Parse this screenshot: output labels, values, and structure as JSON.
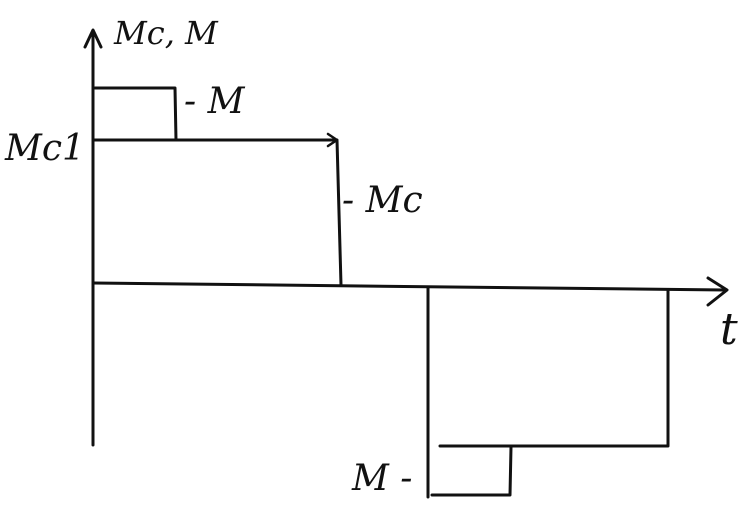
{
  "axes": {
    "y_label": "Mc, M",
    "x_label": "t"
  },
  "levels": {
    "mc1_label": "Mc1"
  },
  "annotations": {
    "m_top": "- M",
    "mc": "- Mc",
    "m_bottom": "M -"
  }
}
